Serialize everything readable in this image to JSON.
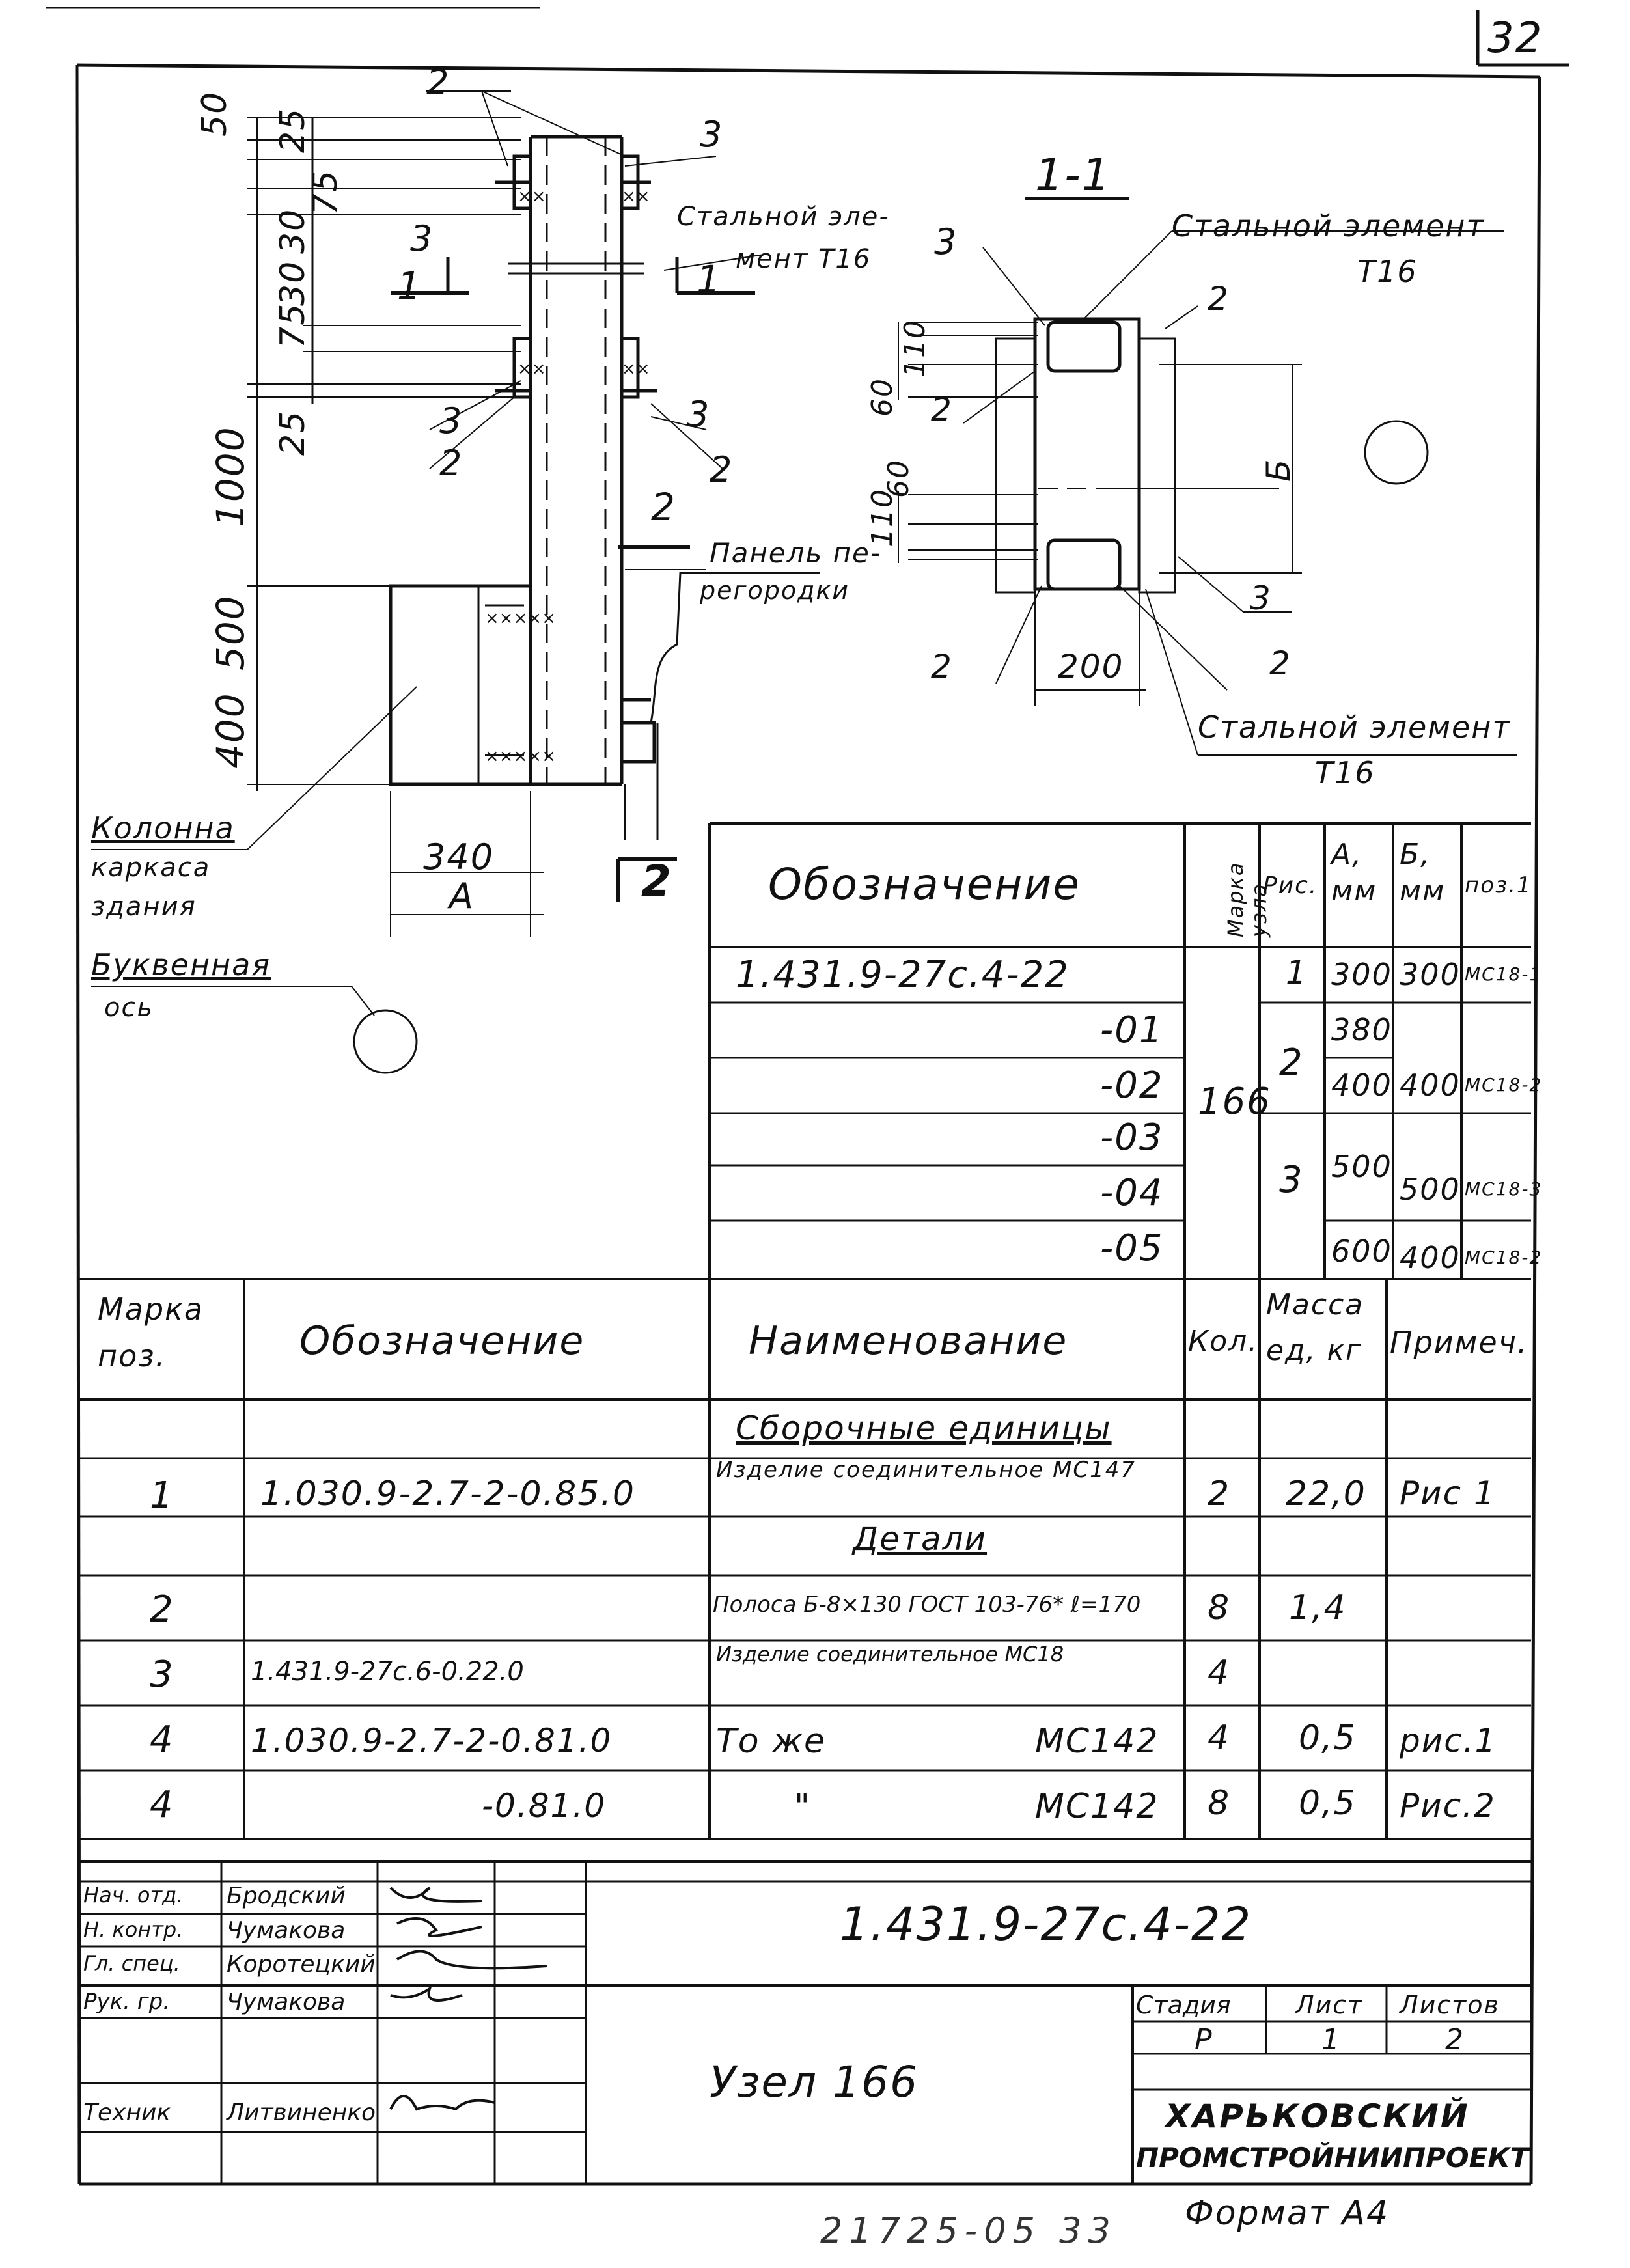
{
  "sheet_number": "32",
  "drawing": {
    "section_title": "1-1",
    "dims_left": [
      "50",
      "25",
      "30",
      "75",
      "75",
      "30",
      "25",
      "1000",
      "500",
      "400"
    ],
    "dims_bottom": [
      "340",
      "А"
    ],
    "section_dims": [
      "60",
      "110",
      "110",
      "60",
      "Б",
      "200"
    ],
    "callouts": {
      "c2": "2",
      "c3": "3",
      "cut1": "1",
      "cut3": "3",
      "cut2": "2"
    },
    "labels": {
      "steel_elem_left_1": "Стальной эле-",
      "steel_elem_left_2": "мент Т16",
      "steel_elem_right_top_1": "Стальной элемент",
      "steel_elem_right_top_2": "Т16",
      "steel_elem_right_bottom_1": "Стальной элемент",
      "steel_elem_right_bottom_2": "Т16",
      "panel_1": "Панель пе-",
      "panel_2": "регородки",
      "column_1": "Колонна",
      "column_2": "каркаса",
      "column_3": "здания",
      "axis_1": "Буквенная",
      "axis_2": "ось"
    }
  },
  "variants_table": {
    "headers": {
      "designation": "Обозначение",
      "node_mark": "Марка узла",
      "fig": "Рис.",
      "a": "А, мм",
      "b": "Б, мм",
      "pos1": "поз.1"
    },
    "node_mark_value": "166",
    "rows": [
      {
        "designation": "1.431.9-27с.4-22",
        "fig": "1",
        "a": "300",
        "b": "300",
        "pos1": "МС18-1"
      },
      {
        "designation": "-01",
        "fig": "2",
        "a": "380",
        "b": "400",
        "pos1": "МС18-2"
      },
      {
        "designation": "-02",
        "fig": "",
        "a": "400",
        "b": "",
        "pos1": ""
      },
      {
        "designation": "-03",
        "fig": "3",
        "a": "500",
        "b": "500",
        "pos1": "МС18-3"
      },
      {
        "designation": "-04",
        "fig": "",
        "a": "",
        "b": "",
        "pos1": ""
      },
      {
        "designation": "-05",
        "fig": "",
        "a": "600",
        "b": "400",
        "pos1": "МС18-2"
      }
    ]
  },
  "spec_table": {
    "headers": {
      "pos": "Марка поз.",
      "designation": "Обозначение",
      "name": "Наименование",
      "qty": "Кол.",
      "mass": "Масса ед, кг",
      "note": "Примеч."
    },
    "section_assembly": "Сборочные единицы",
    "section_details": "Детали",
    "rows": [
      {
        "pos": "1",
        "designation": "1.030.9-2.7-2-0.85.0",
        "name": "Изделие соединительное МС147",
        "qty": "2",
        "mass": "22,0",
        "note": "Рис 1"
      },
      {
        "pos": "2",
        "designation": "",
        "name": "Полоса Б-8×130 ГОСТ 103-76* ℓ=170",
        "qty": "8",
        "mass": "1,4",
        "note": ""
      },
      {
        "pos": "3",
        "designation": "1.431.9-27с.6-0.22.0",
        "name": "Изделие соединительное МС18",
        "qty": "4",
        "mass": "",
        "note": ""
      },
      {
        "pos": "4",
        "designation": "1.030.9-2.7-2-0.81.0",
        "name": "То же",
        "name2": "МС142",
        "qty": "4",
        "mass": "0,5",
        "note": "рис.1"
      },
      {
        "pos": "4",
        "designation": "-0.81.0",
        "name": "\"",
        "name2": "МС142",
        "qty": "8",
        "mass": "0,5",
        "note": "Рис.2"
      }
    ]
  },
  "title_block": {
    "doc_code": "1.431.9-27с.4-22",
    "title": "Узел 166",
    "people": [
      {
        "role": "Нач. отд.",
        "name": "Бродский"
      },
      {
        "role": "Н. контр.",
        "name": "Чумакова"
      },
      {
        "role": "Гл. спец.",
        "name": "Коротецкий"
      },
      {
        "role": "Рук. гр.",
        "name": "Чумакова"
      },
      {
        "role": "",
        "name": ""
      },
      {
        "role": "Техник",
        "name": "Литвиненко"
      }
    ],
    "stage_label": "Стадия",
    "sheet_label": "Лист",
    "sheets_label": "Листов",
    "stage": "Р",
    "sheet": "1",
    "sheets": "2",
    "org_1": "ХАРЬКОВСКИЙ",
    "org_2": "ПРОМСТРОЙНИИПРОЕКТ"
  },
  "footer": {
    "inventory": "21725-05 33",
    "format": "Формат А4"
  }
}
